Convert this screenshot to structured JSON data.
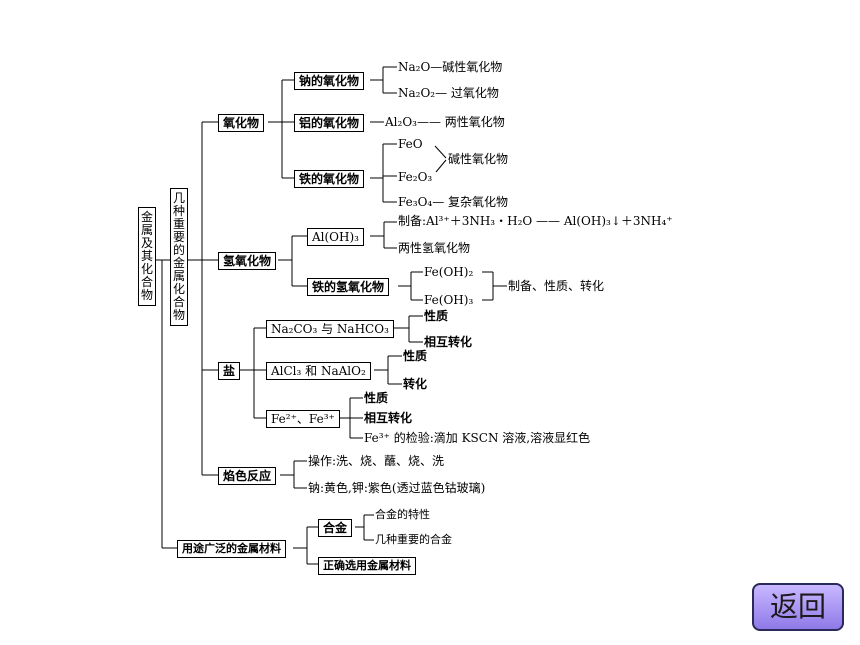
{
  "root": "金属及其化合物",
  "branch1": "几种重要的金属化合物",
  "oxides": {
    "label": "氧化物",
    "sodium": {
      "label": "钠的氧化物",
      "na2o": "Na₂O—碱性氧化物",
      "na2o2": "Na₂O₂— 过氧化物"
    },
    "aluminum": {
      "label": "铝的氧化物",
      "al2o3": "Al₂O₃——  两性氧化物"
    },
    "iron": {
      "label": "铁的氧化物",
      "feo": "FeO",
      "fe2o3": "Fe₂O₃",
      "basic": "碱性氧化物",
      "fe3o4": "Fe₃O₄— 复杂氧化物"
    }
  },
  "hydroxides": {
    "label": "氢氧化物",
    "aloh3": {
      "label": "Al(OH)₃",
      "prep": "制备:Al³⁺＋3NH₃・H₂O —— Al(OH)₃↓＋3NH₄⁺",
      "amph": "两性氢氧化物"
    },
    "iron": {
      "label": "铁的氢氧化物",
      "feoh2": "Fe(OH)₂",
      "feoh3": "Fe(OH)₃",
      "props": "制备、性质、转化"
    }
  },
  "salts": {
    "label": "盐",
    "carbonates": {
      "label": "Na₂CO₃ 与 NaHCO₃",
      "prop": "性质",
      "conv": "相互转化"
    },
    "aluminates": {
      "label": "AlCl₃ 和 NaAlO₂",
      "prop": "性质",
      "conv": "转化"
    },
    "iron": {
      "label": "Fe²⁺、Fe³⁺",
      "prop": "性质",
      "conv": "相互转化",
      "test": "Fe³⁺ 的检验:滴加 KSCN 溶液,溶液显红色"
    }
  },
  "flame": {
    "label": "焰色反应",
    "op": "操作:洗、烧、蘸、烧、洗",
    "colors": "钠:黄色,钾:紫色(透过蓝色钴玻璃)"
  },
  "branch2": "用途广泛的金属材料",
  "alloy": {
    "label": "合金",
    "prop": "合金的特性",
    "types": "几种重要的合金"
  },
  "choose": "正确选用金属材料",
  "back_button": "返回"
}
